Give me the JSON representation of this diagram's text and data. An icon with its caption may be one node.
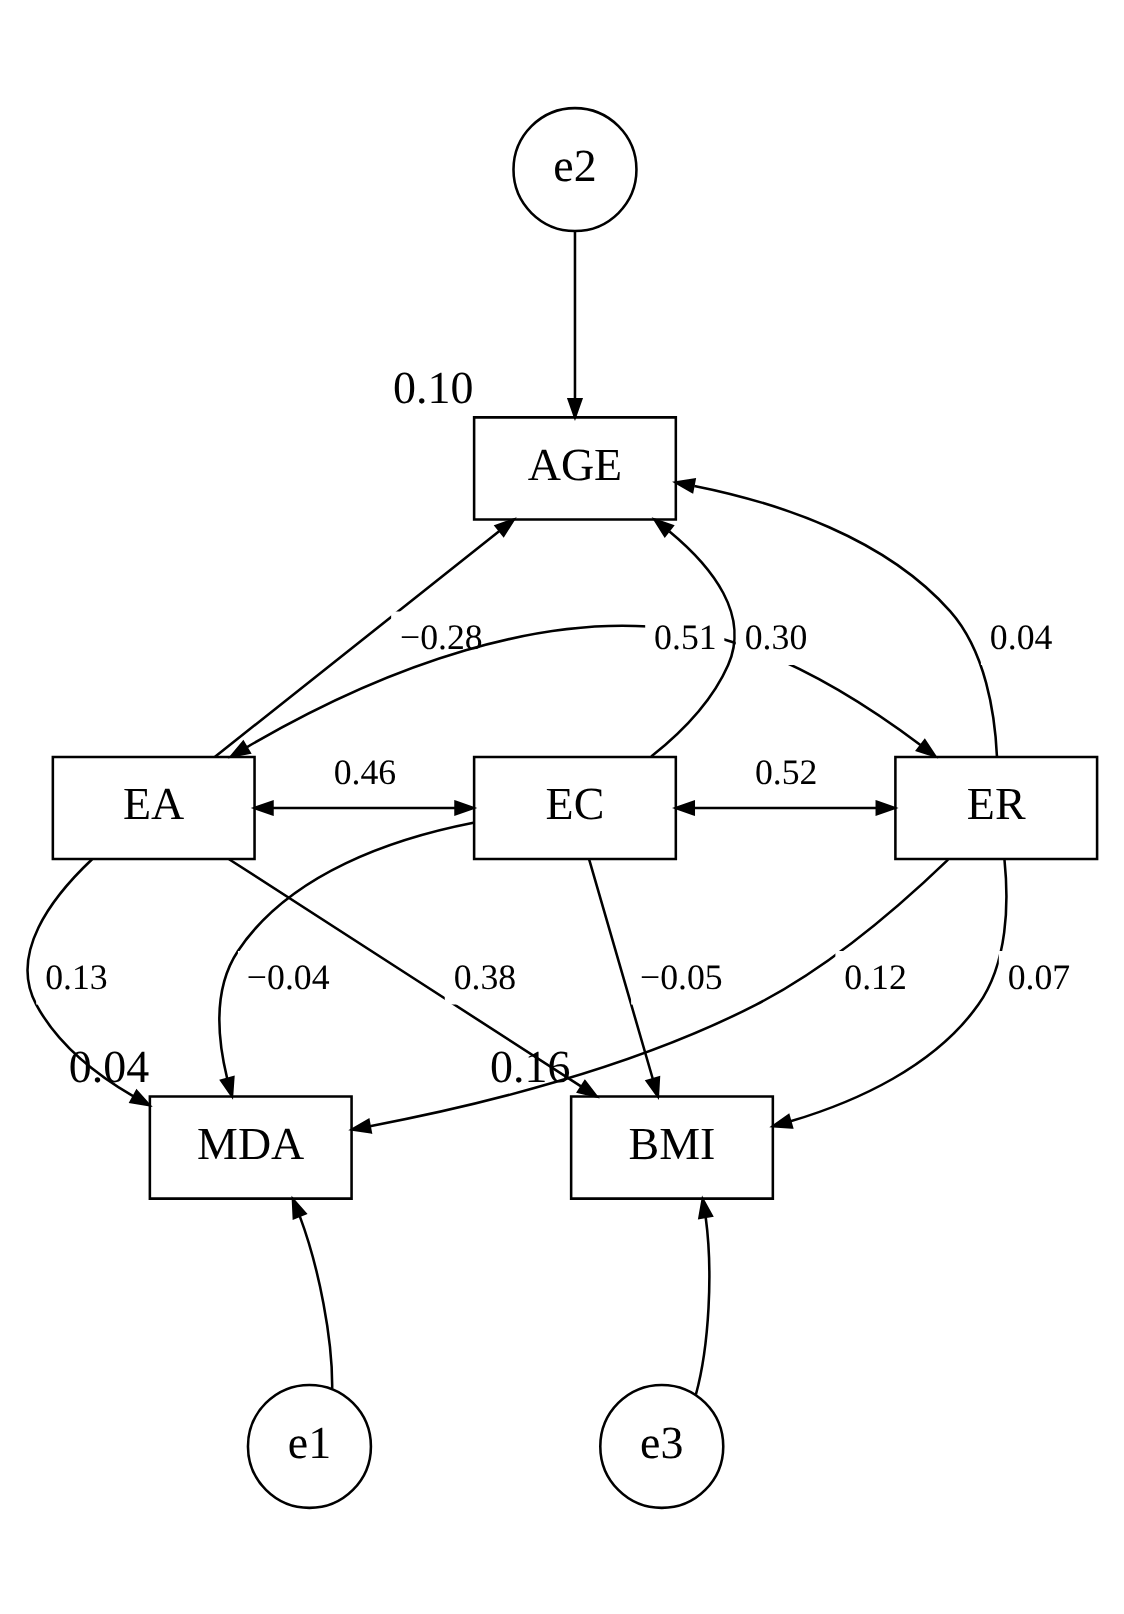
{
  "diagram": {
    "nodes": [
      {
        "text": [
          "e2"
        ]
      },
      {
        "text": [
          "AGE"
        ],
        "beside": [
          "0.10"
        ]
      },
      {
        "text": [
          "EA"
        ]
      },
      {
        "text": [
          "EC"
        ]
      },
      {
        "text": [
          "ER"
        ]
      },
      {
        "text": [
          "MDA"
        ],
        "beside": [
          "0.04"
        ]
      },
      {
        "text": [
          "BMI"
        ],
        "beside": [
          "0.16"
        ]
      },
      {
        "text": [
          "e1"
        ]
      },
      {
        "text": [
          "e3"
        ]
      }
    ],
    "edges": [
      {
        "from": 0,
        "to": 1,
        "arrow": "to"
      },
      {
        "from": 2,
        "to": 1,
        "arrow": "to",
        "label": "−0.28"
      },
      {
        "from": 3,
        "to": 1,
        "arrow": "to",
        "label": "0.30"
      },
      {
        "from": 4,
        "to": 1,
        "arrow": "to",
        "label": "0.04"
      },
      {
        "from": 2,
        "to": 4,
        "arrow": "both",
        "label": "0.51"
      },
      {
        "from": 2,
        "to": 3,
        "arrow": "both",
        "label": "0.46"
      },
      {
        "from": 3,
        "to": 4,
        "arrow": "both",
        "label": "0.52"
      },
      {
        "from": 2,
        "to": 5,
        "arrow": "to",
        "label": "0.13"
      },
      {
        "from": 3,
        "to": 5,
        "arrow": "to",
        "label": "−0.04"
      },
      {
        "from": 4,
        "to": 5,
        "arrow": "to",
        "label": "0.12"
      },
      {
        "from": 2,
        "to": 6,
        "arrow": "to",
        "label": "0.38"
      },
      {
        "from": 3,
        "to": 6,
        "arrow": "to",
        "label": "−0.05"
      },
      {
        "from": 4,
        "to": 6,
        "arrow": "to",
        "label": "0.07"
      },
      {
        "from": 7,
        "to": 5,
        "arrow": "to"
      },
      {
        "from": 8,
        "to": 6,
        "arrow": "to"
      }
    ]
  }
}
